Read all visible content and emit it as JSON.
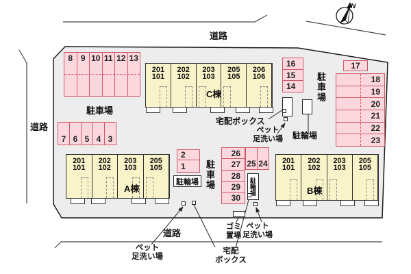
{
  "compass": {
    "north": "N"
  },
  "roads": {
    "top": "道路",
    "left": "道路",
    "bottom": "道路"
  },
  "labels": {
    "parking": "駐車場",
    "bicycle": "駐輪場",
    "delivery_box": "宅配ボックス",
    "delivery_l1": "宅配",
    "delivery_l2": "ボックス",
    "pet_l1": "ペット",
    "pet_l2": "足洗い場",
    "garbage_l1": "ゴミ",
    "garbage_l2": "置場"
  },
  "parking": {
    "stalls_top": [
      "8",
      "9",
      "10",
      "11",
      "12",
      "13"
    ],
    "stalls_left": [
      "7",
      "6",
      "5",
      "4",
      "3"
    ],
    "stalls_pair_center": [
      "2",
      "1"
    ],
    "stalls_small_col": [
      "16",
      "15",
      "14"
    ],
    "stall_17": "17",
    "stalls_right": [
      "18",
      "19",
      "20",
      "21",
      "22",
      "23"
    ],
    "stalls_mid_col": [
      "26",
      "27",
      "28",
      "29",
      "30"
    ],
    "stalls_mid_pair": [
      "25",
      "24"
    ]
  },
  "buildings": {
    "a": {
      "name": "A棟",
      "units": [
        {
          "upper": "201",
          "lower": "101"
        },
        {
          "upper": "202",
          "lower": "102"
        },
        {
          "upper": "203",
          "lower": "103"
        },
        {
          "upper": "205",
          "lower": "105"
        }
      ]
    },
    "b": {
      "name": "B棟",
      "units": [
        {
          "upper": "201",
          "lower": "101"
        },
        {
          "upper": "202",
          "lower": "102"
        },
        {
          "upper": "203",
          "lower": "103"
        },
        {
          "upper": "205",
          "lower": "105"
        }
      ]
    },
    "c": {
      "name": "C棟",
      "units": [
        {
          "upper": "201",
          "lower": "101"
        },
        {
          "upper": "202",
          "lower": "102"
        },
        {
          "upper": "203",
          "lower": "103"
        },
        {
          "upper": "205",
          "lower": "105"
        },
        {
          "upper": "206",
          "lower": "106"
        }
      ]
    }
  },
  "colors": {
    "plot_fill": "#ededed",
    "stall_fill": "#fcd7de",
    "stall_border": "#cf5868",
    "stall_dash": "#e0505a",
    "building_fill": "#f9f3c9",
    "line": "#222222"
  }
}
